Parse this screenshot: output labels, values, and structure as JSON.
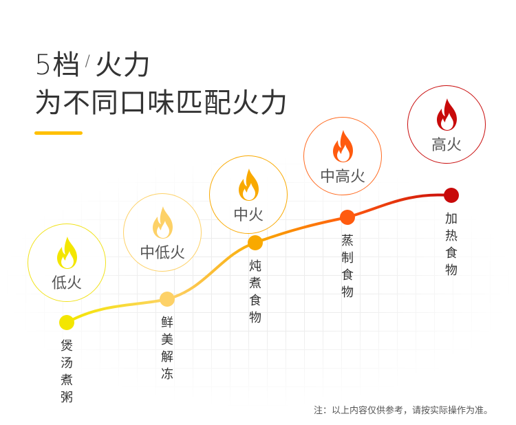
{
  "title": {
    "line1_a": "5档",
    "slash": "/",
    "line1_b": "火力",
    "line2": "为不同口味匹配火力"
  },
  "levels": [
    {
      "name": "低火",
      "use": "煲汤煮粥",
      "color": "#f3e600",
      "ring": "#f1e21a"
    },
    {
      "name": "中低火",
      "use": "鲜美解冻",
      "color": "#fdd167",
      "ring": "#fdd167"
    },
    {
      "name": "中火",
      "use": "炖煮食物",
      "color": "#f9a900",
      "ring": "#f9a900"
    },
    {
      "name": "中高火",
      "use": "蒸制食物",
      "color": "#ff5b0f",
      "ring": "#ff6a20"
    },
    {
      "name": "高火",
      "use": "加热食物",
      "color": "#c80a0a",
      "ring": "#c80a0a"
    }
  ],
  "note": "注：以上内容仅供参考，请按实际操作为准。"
}
